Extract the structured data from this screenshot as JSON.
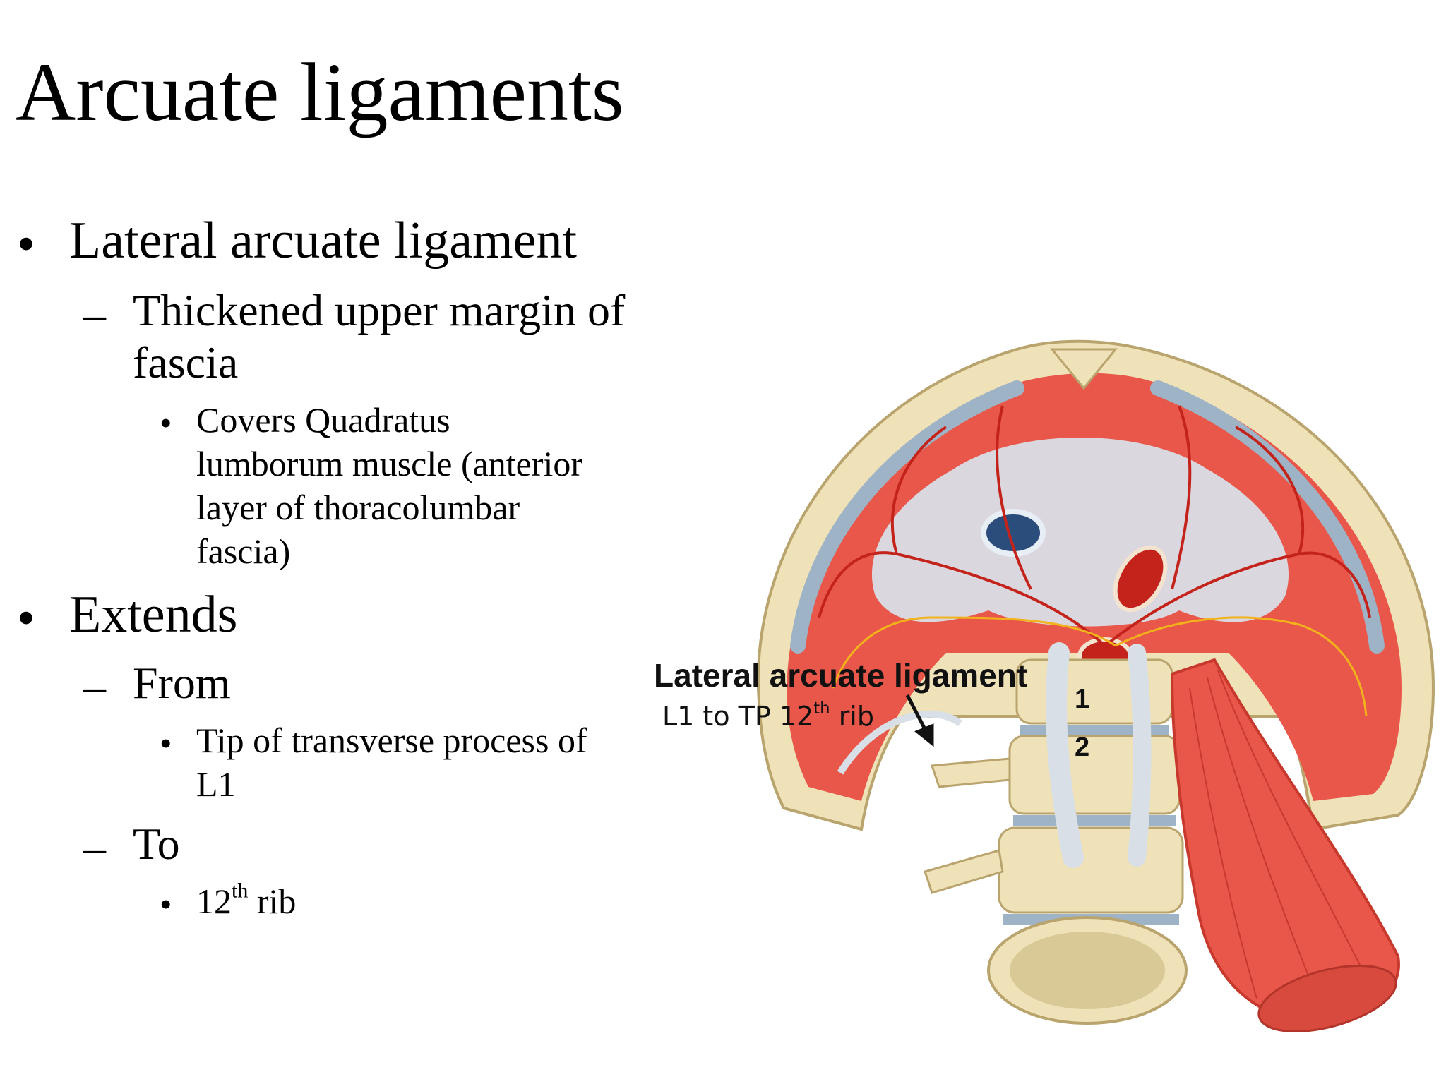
{
  "slide": {
    "title": "Arcuate ligaments",
    "bullets": {
      "b1": "Lateral arcuate ligament",
      "b1_sub": "Thickened upper margin of",
      "b1_sub_cont": "fascia",
      "b1_sub_sub_l1": "Covers Quadratus",
      "b1_sub_sub_l2": "lumborum muscle (anterior",
      "b1_sub_sub_l3": "layer of thoracolumbar",
      "b1_sub_sub_l4": "fascia)",
      "b2": "Extends",
      "b2_from": "From",
      "b2_from_item_l1": "Tip of transverse process of",
      "b2_from_item_l2": "L1",
      "b2_to": "To",
      "b2_to_item_num": "12",
      "b2_to_item_sup": "th",
      "b2_to_item_rest": " rib"
    },
    "bullet_glyph": "•",
    "dash_glyph": "–"
  },
  "figure": {
    "icon": "diaphragm-anatomy-illustration",
    "annotation_title": "Lateral arcuate ligament",
    "annotation_sub_pre": "L1 to TP 12",
    "annotation_sub_sup": "th",
    "annotation_sub_post": " rib",
    "vertebra_label_1": "1",
    "vertebra_label_2": "2"
  },
  "colors": {
    "muscle": "#e8574a",
    "muscle_dark": "#c8392d",
    "tendon": "#d9dfe6",
    "bone": "#efe2b8",
    "bone_shadow": "#cdbb86",
    "cartilage": "#9fb3c6",
    "nerve": "#f2b21c",
    "artery": "#c4231c",
    "vein": "#2b4d7c"
  }
}
